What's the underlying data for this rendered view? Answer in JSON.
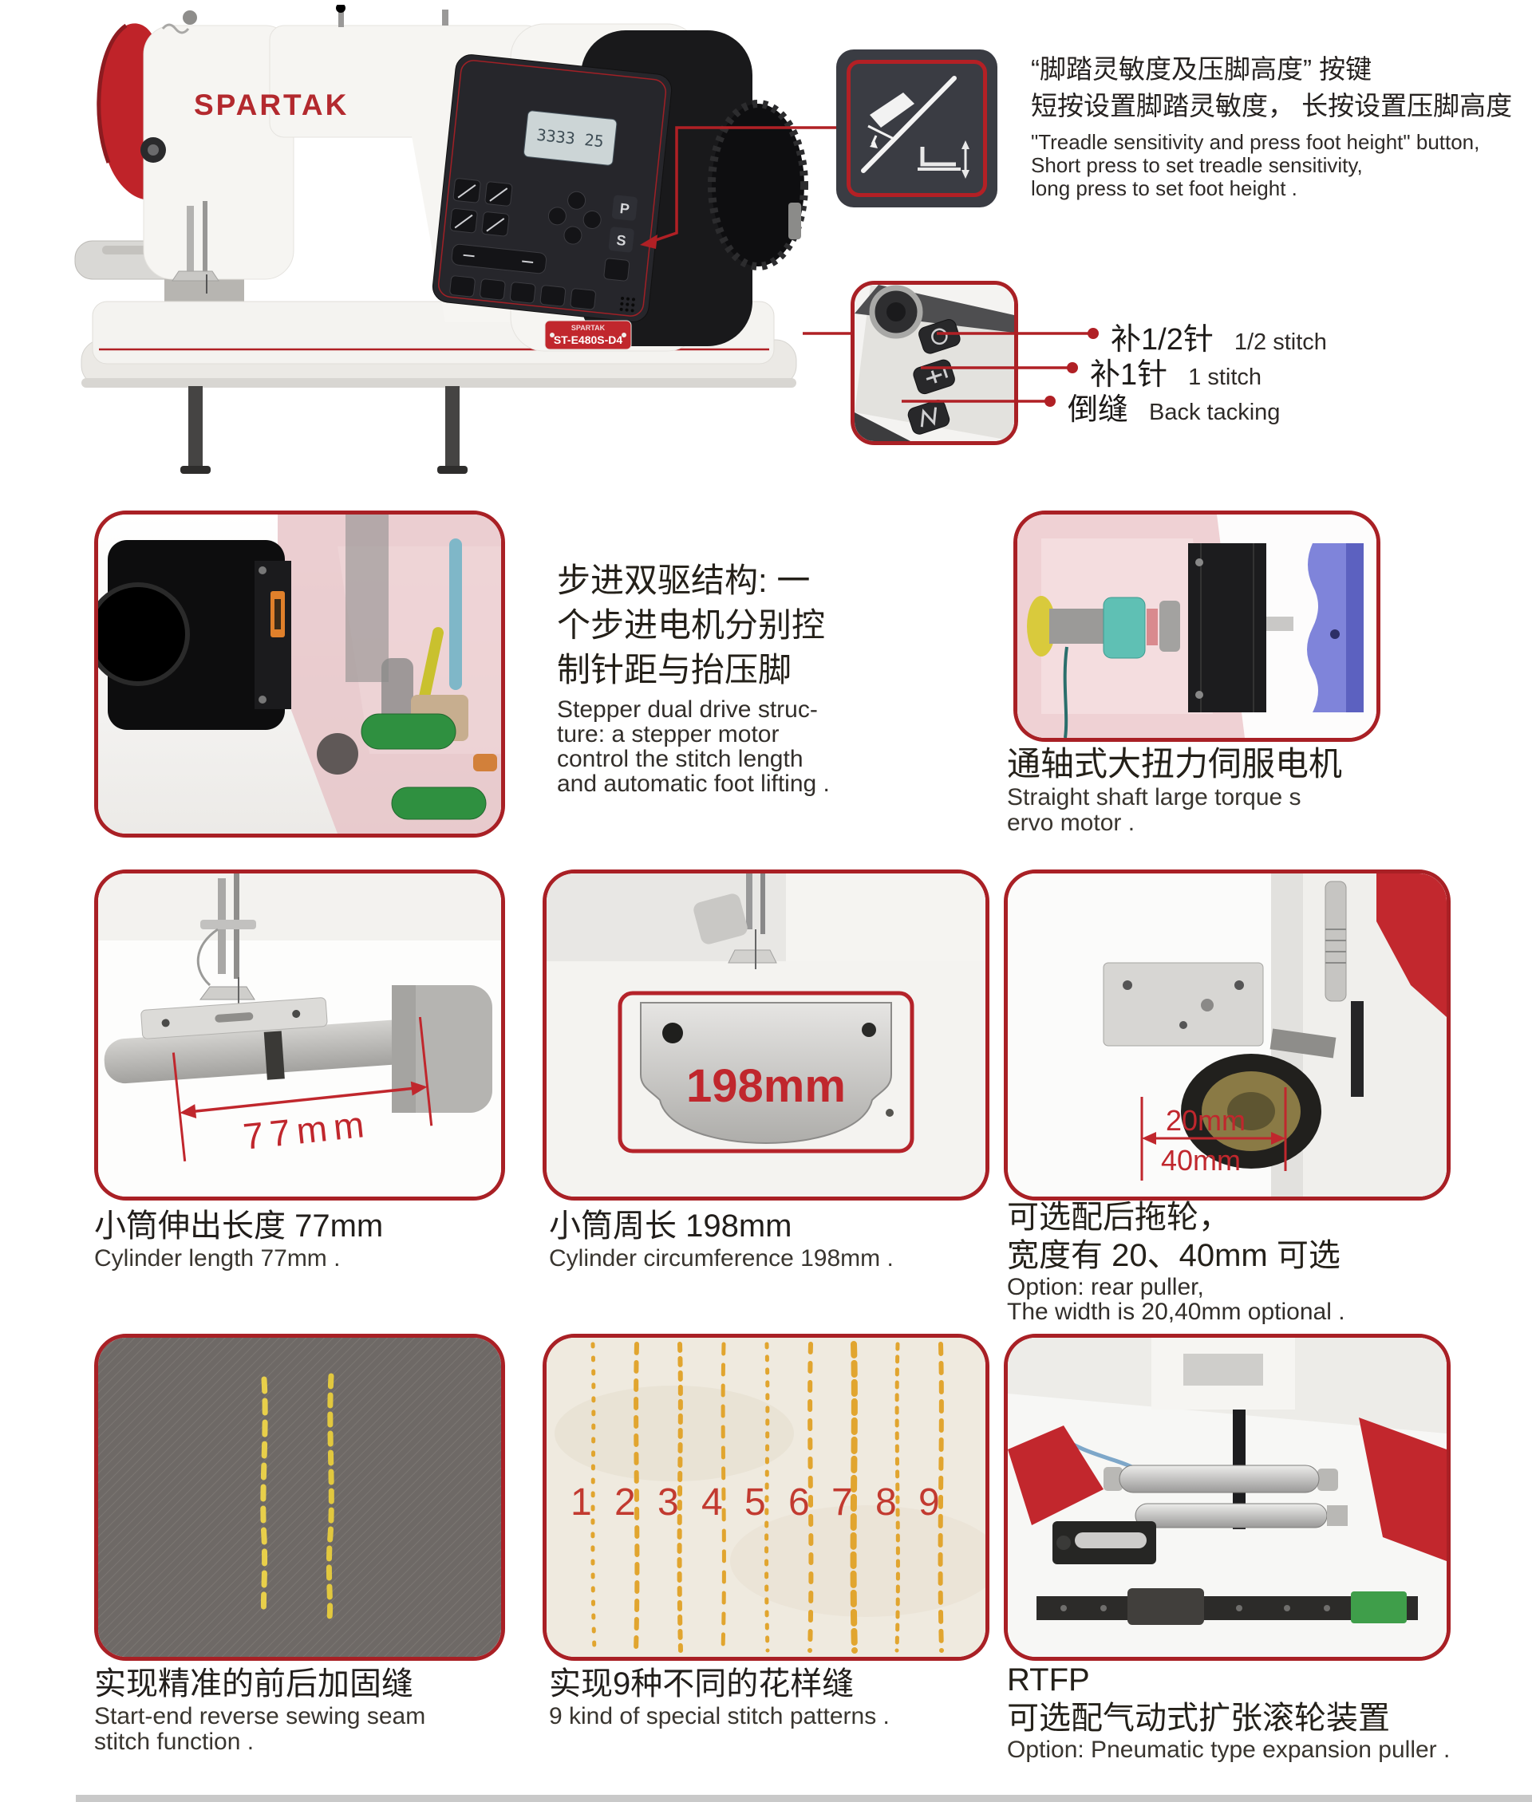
{
  "colors": {
    "accent": "#b02025",
    "dimension_red": "#c0272d",
    "label_red": "#c1272d",
    "dark_box": "#3a3c43"
  },
  "machine": {
    "brand": "SPARTAK",
    "model": "ST-E480S-D4",
    "lcd": "3333 25"
  },
  "treadle_callout": {
    "icon": "treadle-and-foot-height-icon",
    "zh1": "“脚踏灵敏度及压脚高度” 按键",
    "zh2": "短按设置脚踏灵敏度， 长按设置压脚高度",
    "en1": "\"Treadle sensitivity and press foot height\" button,",
    "en2": "Short press to set treadle sensitivity,",
    "en3": "long press to set foot height ."
  },
  "stitch_buttons": [
    {
      "zh": "补1/2针",
      "en": "1/2 stitch"
    },
    {
      "zh": "补1针",
      "en": "1 stitch"
    },
    {
      "zh": "倒缝",
      "en": "Back tacking"
    }
  ],
  "features": {
    "stepper": {
      "zh1": "步进双驱结构: 一",
      "zh2": "个步进电机分别控",
      "zh3": "制针距与抬压脚",
      "en1": "Stepper dual drive struc-",
      "en2": "ture: a stepper motor",
      "en3": "control the stitch length",
      "en4": "and automatic foot lifting ."
    },
    "servo": {
      "zh": "通轴式大扭力伺服电机",
      "en1": "Straight shaft large torque s",
      "en2": "ervo motor ."
    },
    "cylinder_length": {
      "dim": "77mm",
      "zh": "小筒伸出长度 77mm",
      "en": "Cylinder length 77mm ."
    },
    "cylinder_circumference": {
      "dim": "198mm",
      "zh": "小筒周长 198mm",
      "en": "Cylinder circumference 198mm ."
    },
    "rear_puller": {
      "dim1": "20mm",
      "dim2": "40mm",
      "zh1": "可选配后拖轮，",
      "zh2": "宽度有 20、40mm 可选",
      "en1": "Option: rear puller,",
      "en2": "The width is 20,40mm optional ."
    },
    "reverse_sewing": {
      "zh": "实现精准的前后加固缝",
      "en1": "Start-end reverse sewing seam",
      "en2": "stitch function ."
    },
    "stitch_patterns": {
      "zh": "实现9种不同的花样缝",
      "en": "9 kind of special stitch patterns .",
      "numbers": [
        "1",
        "2",
        "3",
        "4",
        "5",
        "6",
        "7",
        "8",
        "9"
      ]
    },
    "rtfp": {
      "title": "RTFP",
      "zh": "可选配气动式扩张滚轮装置",
      "en": "Option: Pneumatic type expansion puller ."
    }
  }
}
